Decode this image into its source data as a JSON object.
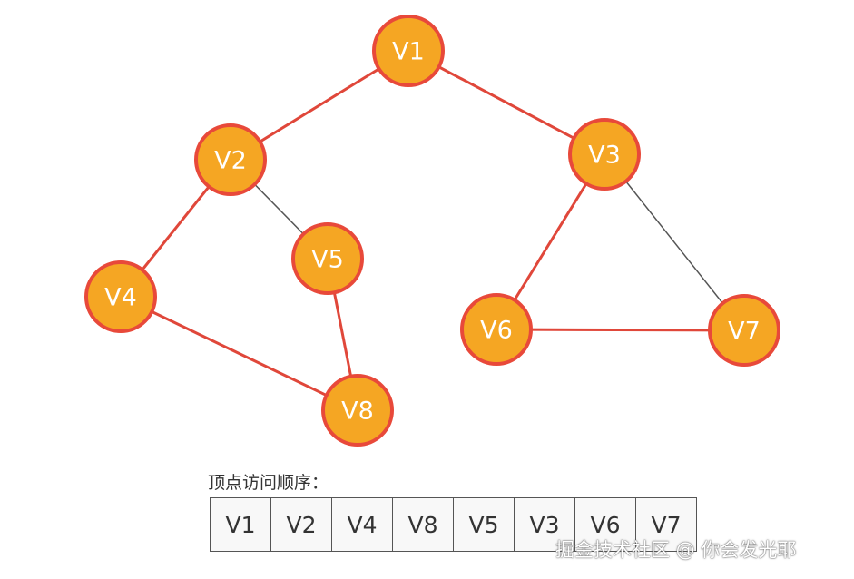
{
  "graph": {
    "nodes": [
      {
        "id": "V1",
        "label": "V1"
      },
      {
        "id": "V2",
        "label": "V2"
      },
      {
        "id": "V3",
        "label": "V3"
      },
      {
        "id": "V4",
        "label": "V4"
      },
      {
        "id": "V5",
        "label": "V5"
      },
      {
        "id": "V6",
        "label": "V6"
      },
      {
        "id": "V7",
        "label": "V7"
      },
      {
        "id": "V8",
        "label": "V8"
      }
    ],
    "edges": [
      {
        "from": "V1",
        "to": "V2",
        "traversed": true
      },
      {
        "from": "V1",
        "to": "V3",
        "traversed": true
      },
      {
        "from": "V2",
        "to": "V4",
        "traversed": true
      },
      {
        "from": "V2",
        "to": "V5",
        "traversed": false
      },
      {
        "from": "V4",
        "to": "V8",
        "traversed": true
      },
      {
        "from": "V5",
        "to": "V8",
        "traversed": true
      },
      {
        "from": "V3",
        "to": "V6",
        "traversed": true
      },
      {
        "from": "V3",
        "to": "V7",
        "traversed": false
      },
      {
        "from": "V6",
        "to": "V7",
        "traversed": true
      }
    ],
    "colors": {
      "node_fill": "#f5a623",
      "node_border": "#e8493a",
      "edge_traversed": "#e0473a",
      "edge_untraversed": "#555555"
    }
  },
  "visit_order": {
    "label": "顶点访问顺序：",
    "sequence": [
      "V1",
      "V2",
      "V4",
      "V8",
      "V5",
      "V3",
      "V6",
      "V7"
    ]
  },
  "watermark": "掘金技术社区 @ 你会发光耶"
}
